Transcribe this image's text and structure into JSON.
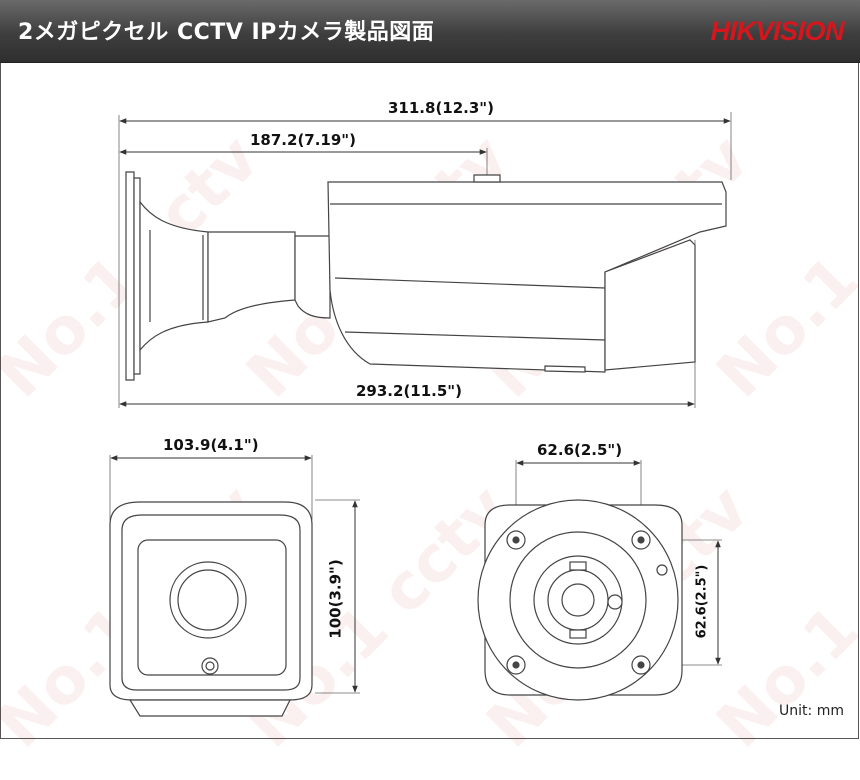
{
  "header": {
    "title": "2メガピクセル CCTV IPカメラ製品図面",
    "brand_part1": "HIK",
    "brand_part2": "VISION",
    "brand_color": "#d6161d"
  },
  "watermark": "No.1 cctv",
  "dimensions": {
    "total_length": "311.8(12.3\")",
    "mount_to_cap": "187.2(7.19\")",
    "body_length": "293.2(11.5\")",
    "front_width": "103.9(4.1\")",
    "front_height": "100(3.9\")",
    "base_hole_horizontal": "62.6(2.5\")",
    "base_hole_vertical": "62.6(2.5\")"
  },
  "unit_label": "Unit: mm"
}
